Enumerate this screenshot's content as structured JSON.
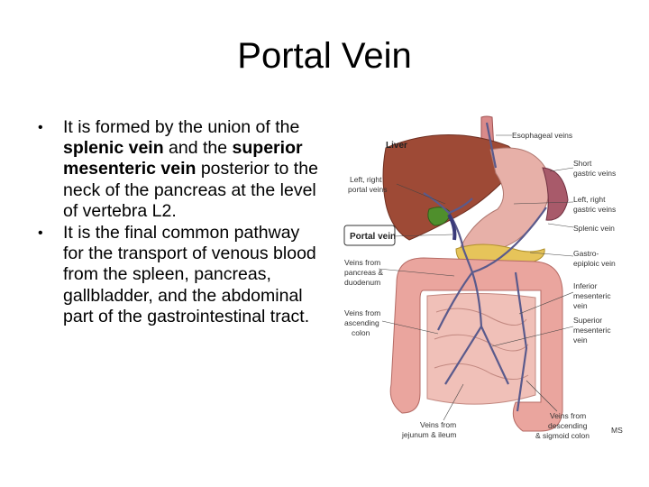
{
  "slide": {
    "title": "Portal Vein",
    "bullets": [
      {
        "parts": [
          {
            "text": "It is formed by the union of the ",
            "bold": false
          },
          {
            "text": "splenic vein",
            "bold": true
          },
          {
            "text": " and the ",
            "bold": false
          },
          {
            "text": "superior mesenteric vein",
            "bold": true
          },
          {
            "text": " posterior to the neck of the pancreas at the level of vertebra L2.",
            "bold": false
          }
        ]
      },
      {
        "parts": [
          {
            "text": "It is the final common pathway for the transport of venous blood from the spleen, pancreas, gallbladder, and the abdominal part of the gastrointestinal tract.",
            "bold": false
          }
        ]
      }
    ]
  },
  "figure": {
    "labels": {
      "esophageal": "Esophageal veins",
      "liver": "Liver",
      "left_right_portal_1": "Left, right",
      "left_right_portal_2": "portal veins",
      "short_gastric_1": "Short",
      "short_gastric_2": "gastric veins",
      "lr_gastric_1": "Left, right",
      "lr_gastric_2": "gastric veins",
      "portal": "Portal vein",
      "splenic": "Splenic vein",
      "gastro_1": "Gastro-",
      "gastro_2": "epiploic vein",
      "pancreas_1": "Veins from",
      "pancreas_2": "pancreas &",
      "pancreas_3": "duodenum",
      "inf_mes_1": "Inferior",
      "inf_mes_2": "mesenteric",
      "inf_mes_3": "vein",
      "ascending_1": "Veins from",
      "ascending_2": "ascending",
      "ascending_3": "colon",
      "sup_mes_1": "Superior",
      "sup_mes_2": "mesenteric",
      "sup_mes_3": "vein",
      "descending_1": "Veins from",
      "descending_2": "descending",
      "descending_3": "& sigmoid colon",
      "jejunum_1": "Veins from",
      "jejunum_2": "jejunum & ileum",
      "watermark": "MS"
    }
  }
}
